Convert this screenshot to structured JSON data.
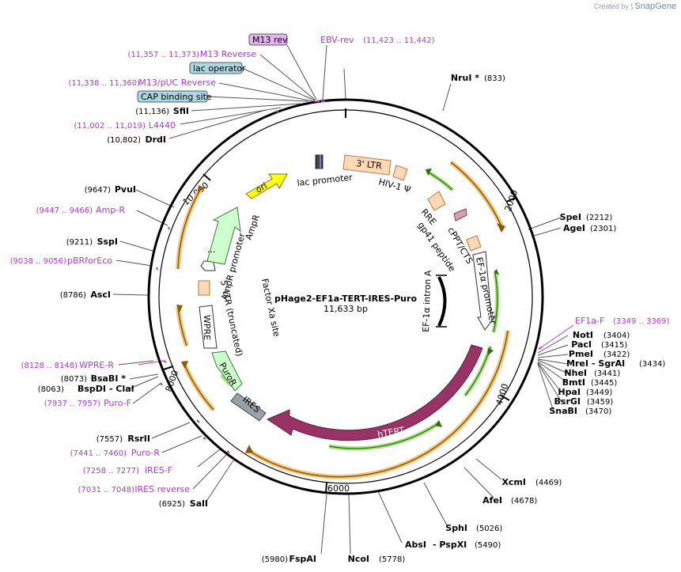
{
  "credit": {
    "created_by": "Created by",
    "brand": "SnapGene"
  },
  "plasmid": {
    "name": "pHage2-EF1a-TERT-IRES-Puro",
    "size": "11,633 bp"
  },
  "ticks": [
    "2000",
    "4000",
    "6000",
    "8000",
    "10,000"
  ],
  "features": [
    {
      "name": "ori",
      "color": "#ffff00"
    },
    {
      "name": "AmpR",
      "color": "#ccffcc"
    },
    {
      "name": "AmpR promoter",
      "color": "#ffffff"
    },
    {
      "name": "lac promoter",
      "color": "#ffffff"
    },
    {
      "name": "3' LTR",
      "color": "#ffd9b3"
    },
    {
      "name": "HIV-1 Ψ",
      "color": "#ffd9b3"
    },
    {
      "name": "RRE",
      "color": "#ffd9b3"
    },
    {
      "name": "gp41 peptide",
      "color": "#d9a0b0"
    },
    {
      "name": "cPPT/CTS",
      "color": "#ffd9b3"
    },
    {
      "name": "EF-1α promoter",
      "color": "#ffffff"
    },
    {
      "name": "EF-1α intron A",
      "color": "#000000"
    },
    {
      "name": "hTERT",
      "color": "#993366"
    },
    {
      "name": "IRES",
      "color": "#9aa0a6"
    },
    {
      "name": "PuroR",
      "color": "#ccffcc"
    },
    {
      "name": "WPRE",
      "color": "#ffffff"
    },
    {
      "name": "5' LTR (truncated)",
      "color": "#ffd9b3"
    },
    {
      "name": "Factor Xa site",
      "color": "#ffffff"
    }
  ],
  "boxed_labels": [
    {
      "name": "M13 rev",
      "color": "#e6b3f0"
    },
    {
      "name": "lac operator",
      "color": "#a9d8e0"
    },
    {
      "name": "CAP binding site",
      "color": "#a9d8e0"
    }
  ],
  "sites": [
    {
      "name": "NruI *",
      "pos": "(833)"
    },
    {
      "name": "SpeI",
      "pos": "(2212)"
    },
    {
      "name": "AgeI",
      "pos": "(2301)"
    },
    {
      "name": "NotI",
      "pos": "(3404)"
    },
    {
      "name": "PacI",
      "pos": "(3415)"
    },
    {
      "name": "PmeI",
      "pos": "(3422)"
    },
    {
      "name": "MreI",
      "name2": "SgrAI",
      "pos": "(3434)"
    },
    {
      "name": "NheI",
      "pos": "(3441)"
    },
    {
      "name": "BmtI",
      "pos": "(3445)"
    },
    {
      "name": "HpaI",
      "pos": "(3449)"
    },
    {
      "name": "BsrGI",
      "pos": "(3459)"
    },
    {
      "name": "SnaBI",
      "pos": "(3470)"
    },
    {
      "name": "XcmI",
      "pos": "(4469)"
    },
    {
      "name": "AfeI",
      "pos": "(4678)"
    },
    {
      "name": "SphI",
      "pos": "(5026)"
    },
    {
      "name": "AbsI",
      "name2": "PspXI",
      "pos": "(5490)"
    },
    {
      "name": "NcoI",
      "pos": "(5778)"
    },
    {
      "name": "FspAI",
      "pos": "(5980)"
    },
    {
      "name": "SalI",
      "pos": "(6925)"
    },
    {
      "name": "RsrII",
      "pos": "(7557)"
    },
    {
      "name": "BspDI",
      "name2": "ClaI",
      "pos": "(8063)"
    },
    {
      "name": "BsaBI *",
      "pos": "(8073)"
    },
    {
      "name": "AscI",
      "pos": "(8786)"
    },
    {
      "name": "SspI",
      "pos": "(9211)"
    },
    {
      "name": "PvuI",
      "pos": "(9647)"
    },
    {
      "name": "DrdI",
      "pos": "(10,802)"
    },
    {
      "name": "SfiI",
      "pos": "(11,136)"
    }
  ],
  "primers": [
    {
      "name": "EBV-rev",
      "pos": "(11,423 .. 11,442)"
    },
    {
      "name": "M13 Reverse",
      "pos": "(11,357 .. 11,373)"
    },
    {
      "name": "M13/pUC Reverse",
      "pos": "(11,338 .. 11,360)"
    },
    {
      "name": "L4440",
      "pos": "(11,002 .. 11,019)"
    },
    {
      "name": "EF1a-F",
      "pos": "(3349 .. 3369)"
    },
    {
      "name": "Amp-R",
      "pos": "(9447 .. 9466)"
    },
    {
      "name": "pBRforEco",
      "pos": "(9038 .. 9056)"
    },
    {
      "name": "WPRE-R",
      "pos": "(8128 .. 8148)"
    },
    {
      "name": "Puro-F",
      "pos": "(7937 .. 7957)"
    },
    {
      "name": "Puro-R",
      "pos": "(7441 .. 7460)"
    },
    {
      "name": "IRES-F",
      "pos": "(7258 .. 7277)"
    },
    {
      "name": "IRES reverse",
      "pos": "(7031 .. 7048)"
    }
  ]
}
